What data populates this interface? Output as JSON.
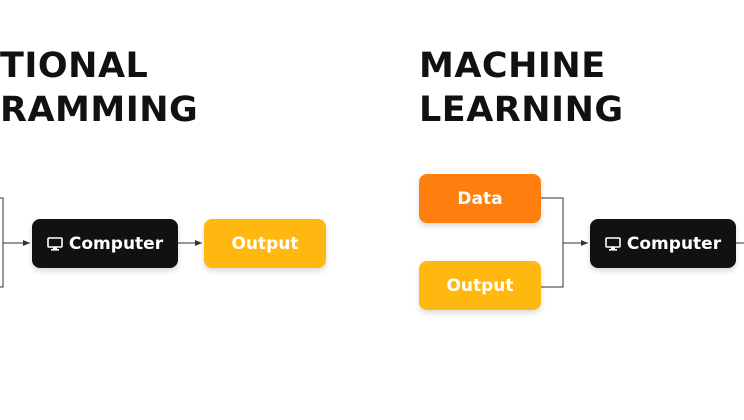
{
  "colors": {
    "dark": "#111111",
    "orange": "#ff7f0e",
    "yellow": "#ffb80f",
    "line": "#333333"
  },
  "left_panel": {
    "heading_line1": "TIONAL",
    "heading_line2": "RAMMING",
    "computer_label": "Computer",
    "computer_icon": "monitor-icon",
    "output_label": "Output"
  },
  "right_panel": {
    "heading_line1": "MACHINE",
    "heading_line2": "LEARNING",
    "data_label": "Data",
    "output_label": "Output",
    "computer_label": "Computer",
    "computer_icon": "monitor-icon"
  }
}
